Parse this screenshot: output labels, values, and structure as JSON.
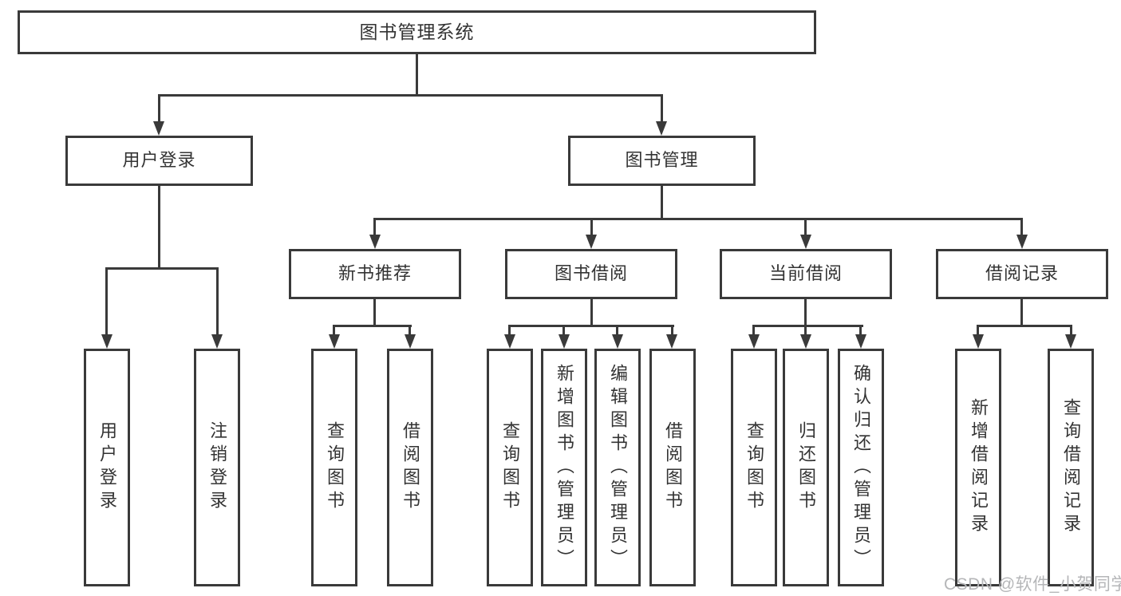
{
  "tree": {
    "root": {
      "label": "图书管理系统"
    },
    "children": [
      {
        "label": "用户登录",
        "children": [
          {
            "label": "用户登录"
          },
          {
            "label": "注销登录"
          }
        ]
      },
      {
        "label": "图书管理",
        "children": [
          {
            "label": "新书推荐",
            "children": [
              {
                "label": "查询图书"
              },
              {
                "label": "借阅图书"
              }
            ]
          },
          {
            "label": "图书借阅",
            "children": [
              {
                "label": "查询图书"
              },
              {
                "label": "新增图书（管理员）"
              },
              {
                "label": "编辑图书（管理员）"
              },
              {
                "label": "借阅图书"
              }
            ]
          },
          {
            "label": "当前借阅",
            "children": [
              {
                "label": "查询图书"
              },
              {
                "label": "归还图书"
              },
              {
                "label": "确认归还（管理员）"
              }
            ]
          },
          {
            "label": "借阅记录",
            "children": [
              {
                "label": "新增借阅记录"
              },
              {
                "label": "查询借阅记录"
              }
            ]
          }
        ]
      }
    ]
  },
  "watermark": {
    "text": "CSDN @软件_小贺同学"
  },
  "colors": {
    "line": "#3a3a3a",
    "text": "#333333",
    "watermark": "#b5b6b8",
    "background": "#ffffff"
  }
}
